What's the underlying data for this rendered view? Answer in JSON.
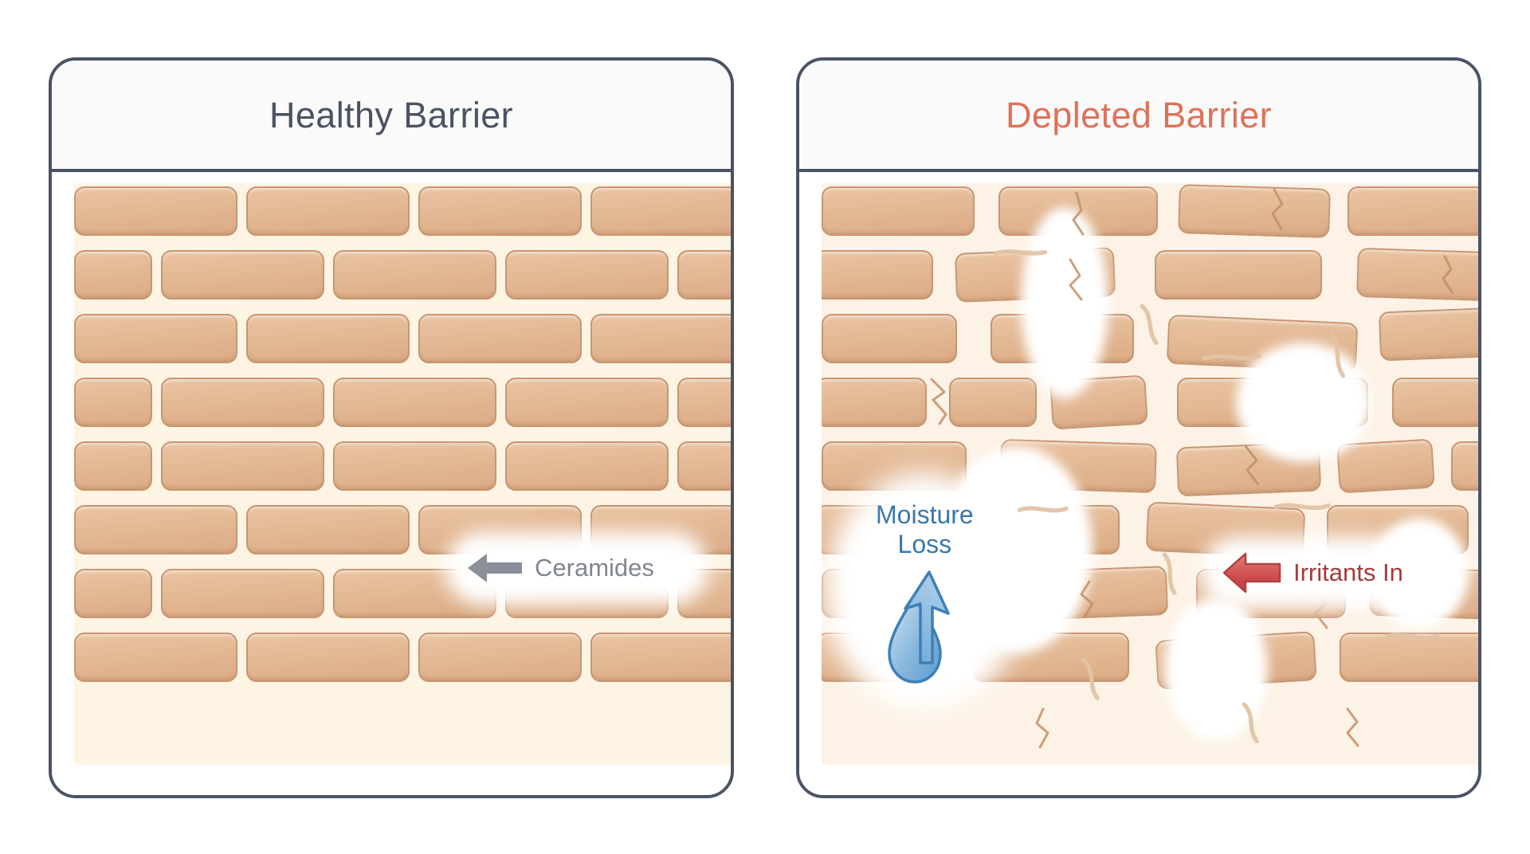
{
  "figure": {
    "type": "diagram",
    "subject": "skin barrier comparison",
    "background_color": "#ffffff",
    "panel_border_color": "#4a5364",
    "brick_fill_color": "#e3b894",
    "brick_border_color": "#c79571",
    "mortar_color": "#fdf4e4"
  },
  "panels": [
    {
      "id": "healthy",
      "title": "Healthy Barrier",
      "title_color": "#4a5364",
      "callouts": [
        {
          "id": "ceramides",
          "label": "Ceramides",
          "label_color": "#808591",
          "arrow_icon": "arrow-left-icon",
          "arrow_color": "#8a8f99",
          "arrow_direction": "left"
        }
      ]
    },
    {
      "id": "depleted",
      "title": "Depleted Barrier",
      "title_color": "#dd7259",
      "callouts": [
        {
          "id": "moisture-loss",
          "label": "Moisture\nLoss",
          "label_color": "#3a77ad",
          "arrow_icon": "arrow-up-icon",
          "arrow_color": "#5b9bd0",
          "arrow_direction": "up",
          "glyph_icon": "water-droplet-icon"
        },
        {
          "id": "irritants-in",
          "label": "Irritants In",
          "label_color": "#a73a3a",
          "arrow_icon": "arrow-left-icon",
          "arrow_color": "#d05050",
          "arrow_direction": "left"
        }
      ]
    }
  ]
}
